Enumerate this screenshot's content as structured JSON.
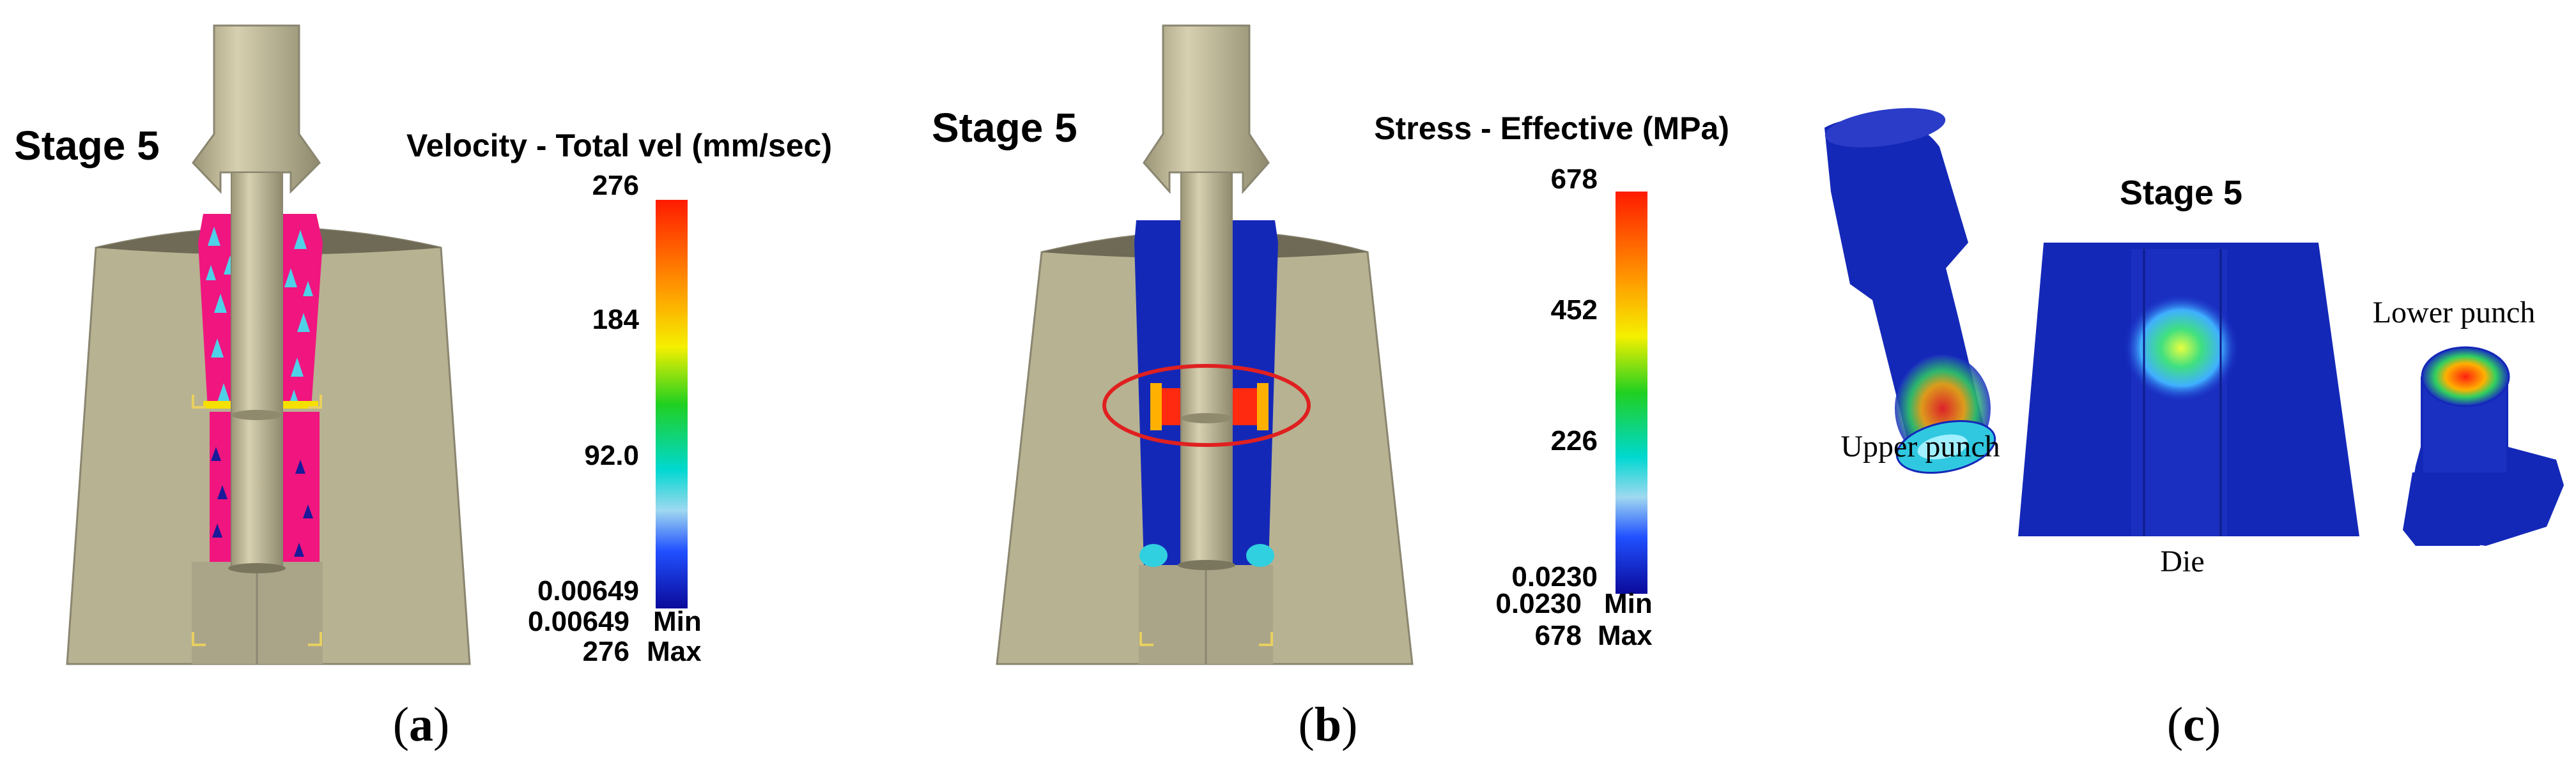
{
  "panel_a": {
    "stage": "Stage 5",
    "title": "Velocity - Total vel (mm/sec)",
    "ticks": [
      "276",
      "184",
      "92.0",
      "0.00649"
    ],
    "min_value": "0.00649",
    "min_label": "Min",
    "max_value": "276",
    "max_label": "Max",
    "caption_open": "(",
    "caption_letter": "a",
    "caption_close": ")"
  },
  "panel_b": {
    "stage": "Stage 5",
    "title": "Stress - Effective (MPa)",
    "ticks": [
      "678",
      "452",
      "226",
      "0.0230"
    ],
    "min_value": "0.0230",
    "min_label": "Min",
    "max_value": "678",
    "max_label": "Max",
    "caption_open": "(",
    "caption_letter": "b",
    "caption_close": ")"
  },
  "panel_c": {
    "stage": "Stage 5",
    "upper_punch": "Upper punch",
    "lower_punch": "Lower punch",
    "die": "Die",
    "caption_open": "(",
    "caption_letter": "c",
    "caption_close": ")"
  },
  "colors": {
    "die_body": "#b7b291",
    "die_top": "#6e6a56",
    "punch": "#c4bd9c",
    "workpiece_velocity": "#f0157f",
    "velocity_arrows": "#4fd1e8",
    "stress_low": "#1428b8",
    "stress_high": "#ff2a10",
    "highlight_ellipse": "#e02020"
  }
}
